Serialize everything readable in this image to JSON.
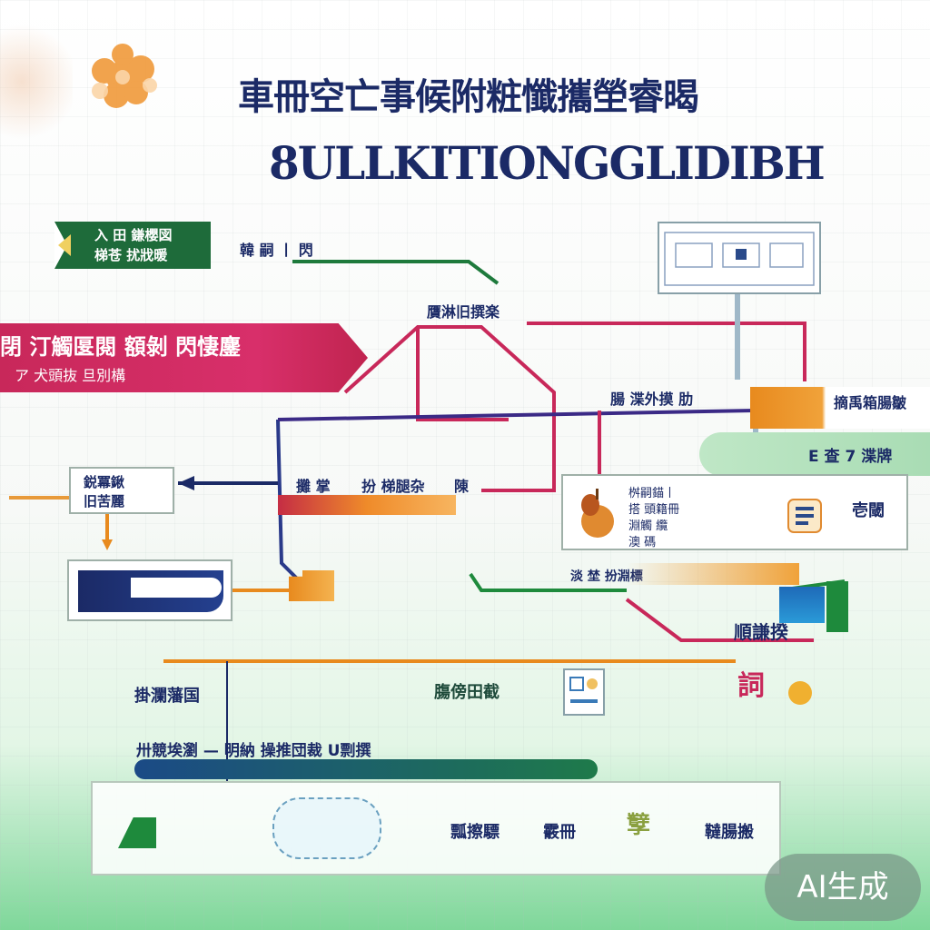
{
  "title": {
    "cn": "車冊空亡事候附粧懺攜塋睿暍",
    "en": "8ULLKITIONGGLIDIBH"
  },
  "tag": {
    "line1": "入 田 鎌櫻図",
    "line2": "梯苍 扰戕暖"
  },
  "top_labels": {
    "left": "韓 嗣 丨   閃",
    "center": "贋淋旧撰楽"
  },
  "pink_banner": {
    "line1": "閉 汀觸匽閱  額剝    閃悽鏖",
    "line2": "ア      犬頭抜    旦別構"
  },
  "right_labels": {
    "orange_left": "腸 渫外摸  肋",
    "orange_right": "摘禹箱腸皺",
    "mint": "E 查 7  渫牌"
  },
  "left_box": {
    "line1": "鋭冪鍬",
    "line2": "旧苦麗"
  },
  "center_row": {
    "a": "攤 掌",
    "b": "扮 梯腿杂",
    "c": "陳"
  },
  "right_card": {
    "lines": [
      "桝嗣錨丨",
      "搭 頭籍冊",
      "淵觸 纜",
      "澳 碼"
    ],
    "side": "壱閾"
  },
  "mid_right": {
    "text": "淡 埜 扮淵標",
    "badge": "順謙揆"
  },
  "lower_labels": {
    "left": "掛瀾藩国",
    "center": "膓傍田截",
    "right": "詞"
  },
  "bottom_caption": "卅競埃瀏 — 明納   操推団裁   U剽撰",
  "bottom_items": [
    "瓢擦驃",
    "霰冊",
    "孼",
    "韃腸搬"
  ],
  "ai_badge": "AI生成",
  "colors": {
    "navy": "#1b2a66",
    "pink": "#d82f6a",
    "green": "#1e6b3a",
    "orange": "#e88a1e",
    "mint": "#a9dcb4"
  }
}
